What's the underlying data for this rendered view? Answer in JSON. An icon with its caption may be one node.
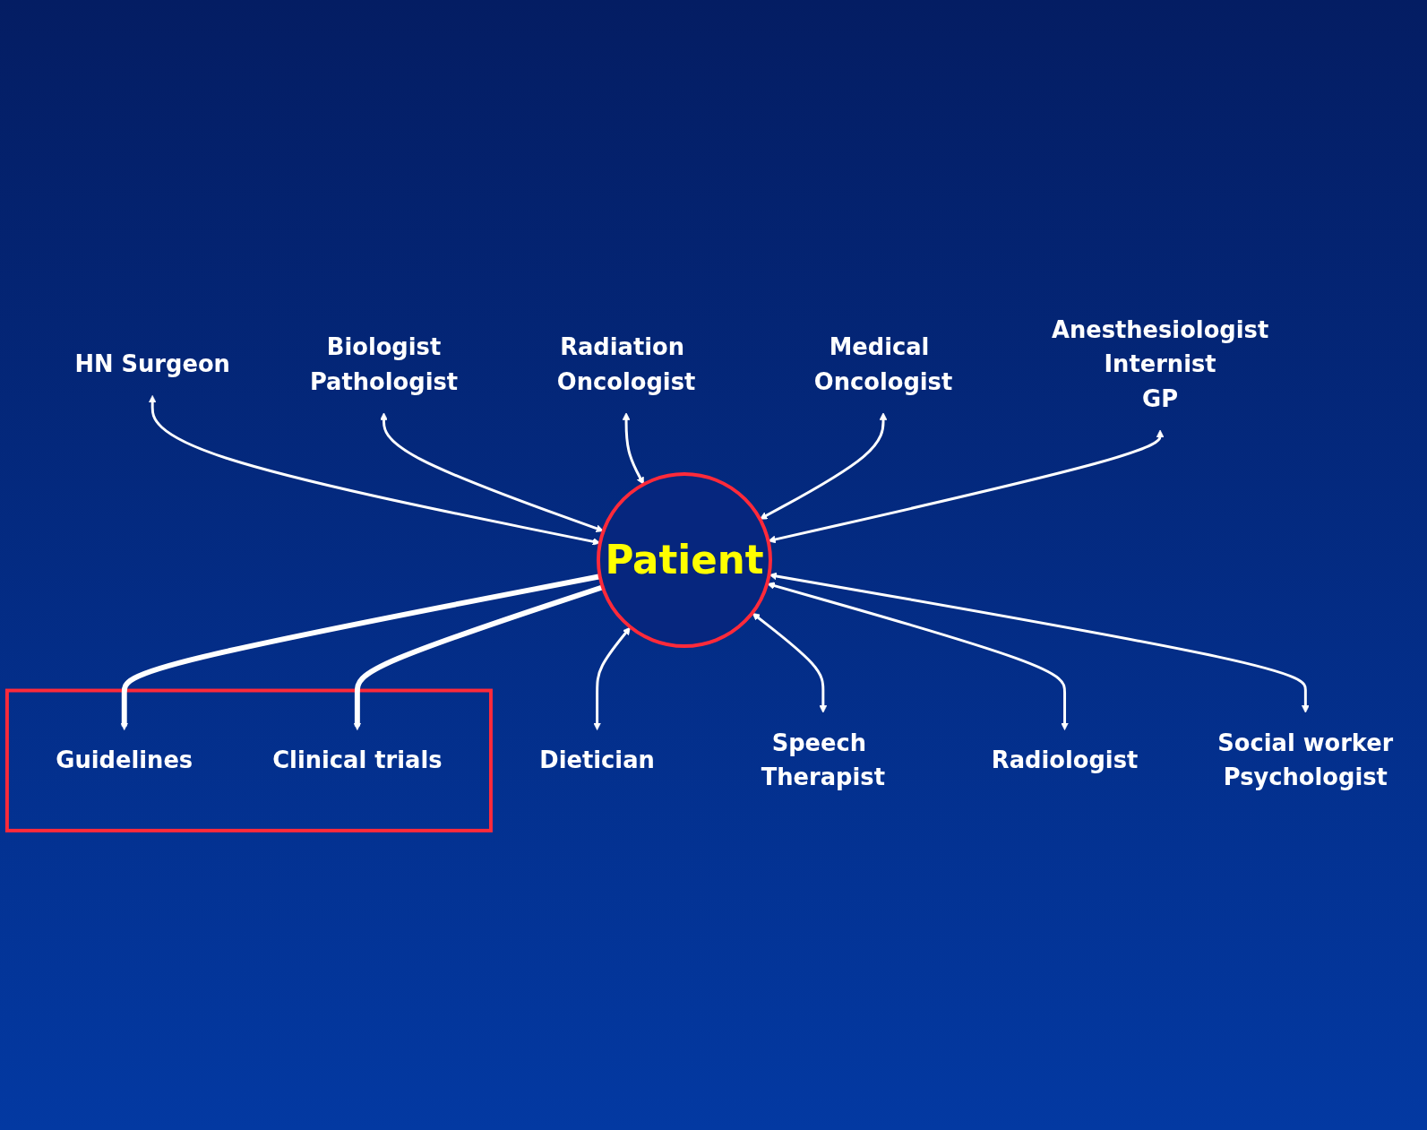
{
  "diagram": {
    "nodes": [
      {
        "text": [
          "Patient"
        ]
      },
      {
        "text": [
          "HN Surgeon"
        ]
      },
      {
        "text": [
          "Biologist",
          "Pathologist"
        ]
      },
      {
        "text": [
          "Radiation Oncologist"
        ]
      },
      {
        "text": [
          "Medical Oncologist"
        ]
      },
      {
        "text": [
          "Anesthesiologist",
          "Internist",
          "GP"
        ]
      },
      {
        "text": [
          "Dietician"
        ]
      },
      {
        "text": [
          "Speech Therapist"
        ]
      },
      {
        "text": [
          "Radiologist"
        ]
      },
      {
        "text": [
          "Social worker",
          "Psychologist"
        ]
      },
      {
        "text": [],
        "shape": "box"
      },
      {
        "text": [
          "Guidelines"
        ],
        "in": 10
      },
      {
        "text": [
          "Clinical trials"
        ],
        "in": 10
      }
    ],
    "edges": [
      {
        "from": 1,
        "to": 0,
        "arrow": "both"
      },
      {
        "from": 2,
        "to": 0,
        "arrow": "both"
      },
      {
        "from": 3,
        "to": 0,
        "arrow": "both"
      },
      {
        "from": 4,
        "to": 0,
        "arrow": "both"
      },
      {
        "from": 5,
        "to": 0,
        "arrow": "both"
      },
      {
        "from": 0,
        "to": 6,
        "arrow": "both"
      },
      {
        "from": 0,
        "to": 7,
        "arrow": "both"
      },
      {
        "from": 0,
        "to": 8,
        "arrow": "both"
      },
      {
        "from": 0,
        "to": 9,
        "arrow": "both"
      },
      {
        "from": 0,
        "to": 11,
        "arrow": "to",
        "style": "thick"
      },
      {
        "from": 0,
        "to": 12,
        "arrow": "to",
        "style": "thick"
      }
    ]
  }
}
